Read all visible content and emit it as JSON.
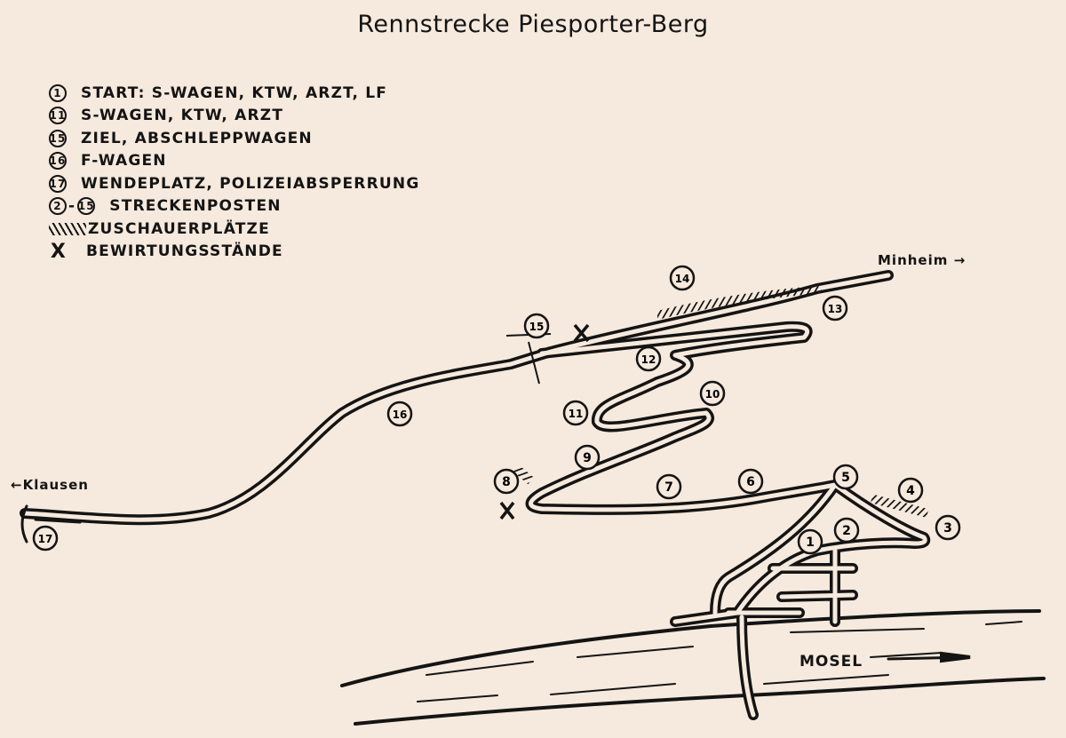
{
  "title": "Rennstrecke Piesporter-Berg",
  "legend": [
    {
      "symbol": "1",
      "text": "START: S-WAGEN, KTW, ARZT, LF"
    },
    {
      "symbol": "11",
      "text": "S-WAGEN, KTW, ARZT"
    },
    {
      "symbol": "15",
      "text": "ZIEL, ABSCHLEPPWAGEN"
    },
    {
      "symbol": "16",
      "text": "F-WAGEN"
    },
    {
      "symbol": "17",
      "text": "WENDEPLATZ, POLIZEIABSPERRUNG"
    },
    {
      "symbol": "2",
      "symbol_to": "15",
      "text": "STRECKENPOSTEN"
    },
    {
      "symbol": "hatch",
      "text": "ZUSCHAUERPLÄTZE"
    },
    {
      "symbol": "X",
      "text": "BEWIRTUNGSSTÄNDE"
    }
  ],
  "places": {
    "minheim": "Minheim",
    "klausen": "Klausen",
    "river": "MOSEL"
  },
  "markers": [
    "1",
    "2",
    "3",
    "4",
    "5",
    "6",
    "7",
    "8",
    "9",
    "10",
    "11",
    "12",
    "13",
    "14",
    "15",
    "16",
    "17"
  ],
  "colors": {
    "paper": "#f6e9dd",
    "ink": "#141414"
  }
}
